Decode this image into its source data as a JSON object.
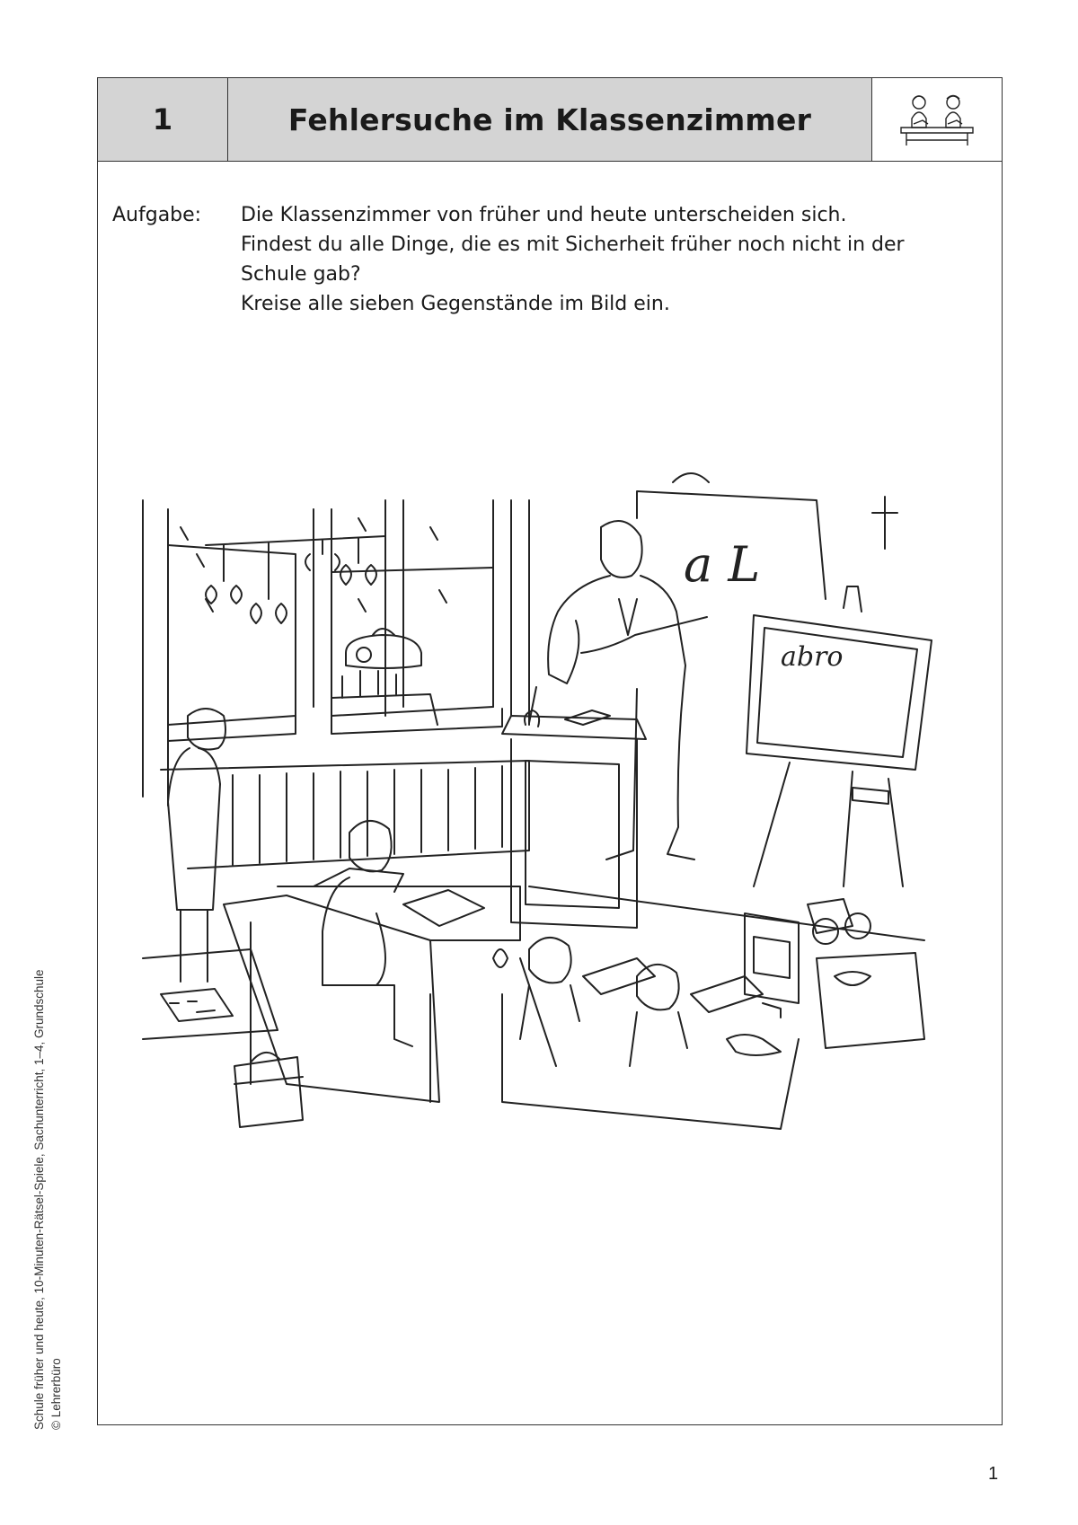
{
  "header": {
    "number": "1",
    "title": "Fehlersuche im Klassenzimmer",
    "icon": "children-at-desk-icon"
  },
  "task": {
    "label": "Aufgabe:",
    "lines": [
      "Die Klassenzimmer von früher und heute unterscheiden sich.",
      "Findest du alle Dinge, die es mit Sicherheit früher noch nicht in der",
      "Schule gab?",
      "Kreise alle sieben Gegenstände im Bild ein."
    ]
  },
  "illustration": {
    "blackboard_text": "abro",
    "wall_chart_text": "a L"
  },
  "footer": {
    "credit_line1": "Schule früher und heute, 10-Minuten-Rätsel-Spiele, Sachunterricht, 1–4, Grundschule",
    "credit_line2": "© Lehrerbüro",
    "page_number": "1"
  }
}
